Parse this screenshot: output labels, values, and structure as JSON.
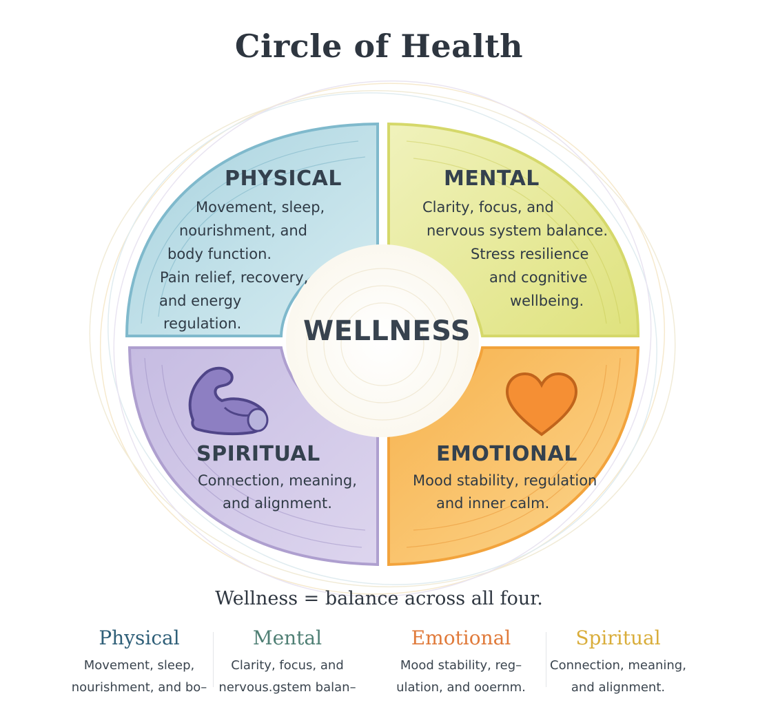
{
  "title": "Circle of Health",
  "center": "WELLNESS",
  "colors": {
    "physical": "#7fb9cc",
    "mental": "#d5d86a",
    "emotional": "#f2a33c",
    "spiritual": "#ae9fcf"
  },
  "quadrants": {
    "physical": {
      "title": "PHYSICAL",
      "lines": [
        "Movement, sleep,",
        "nourishment, and",
        "body function.",
        "Pain relief, recovery,",
        "and energy",
        "regulation."
      ]
    },
    "mental": {
      "title": "MENTAL",
      "lines": [
        "Clarity, focus, and",
        "nervous system balance.",
        "Stress resilience",
        "and cognitive",
        "wellbeing."
      ]
    },
    "spiritual": {
      "title": "SPIRITUAL",
      "lines": [
        "Connection, meaning,",
        "and alignment."
      ],
      "icon": "flexed-arm-icon"
    },
    "emotional": {
      "title": "EMOTIONAL",
      "lines": [
        "Mood stability, regulation",
        "and inner calm."
      ],
      "icon": "heart-icon"
    }
  },
  "summary": "Wellness = balance across all four.",
  "legend": [
    {
      "name": "Physical",
      "color": "#2f5f78",
      "lines": [
        "Movement, sleep,",
        "nourishment, and bo–"
      ]
    },
    {
      "name": "Mental",
      "color": "#4f7f74",
      "lines": [
        "Clarity, focus, and",
        "nervous.gstem balan–"
      ]
    },
    {
      "name": "Emotional",
      "color": "#e07a3a",
      "lines": [
        "Mood stability, reg–",
        "ulation, and ooernm."
      ]
    },
    {
      "name": "Spiritual",
      "color": "#d9ad3a",
      "lines": [
        "Connection, meaning,",
        "and alignment."
      ]
    }
  ]
}
